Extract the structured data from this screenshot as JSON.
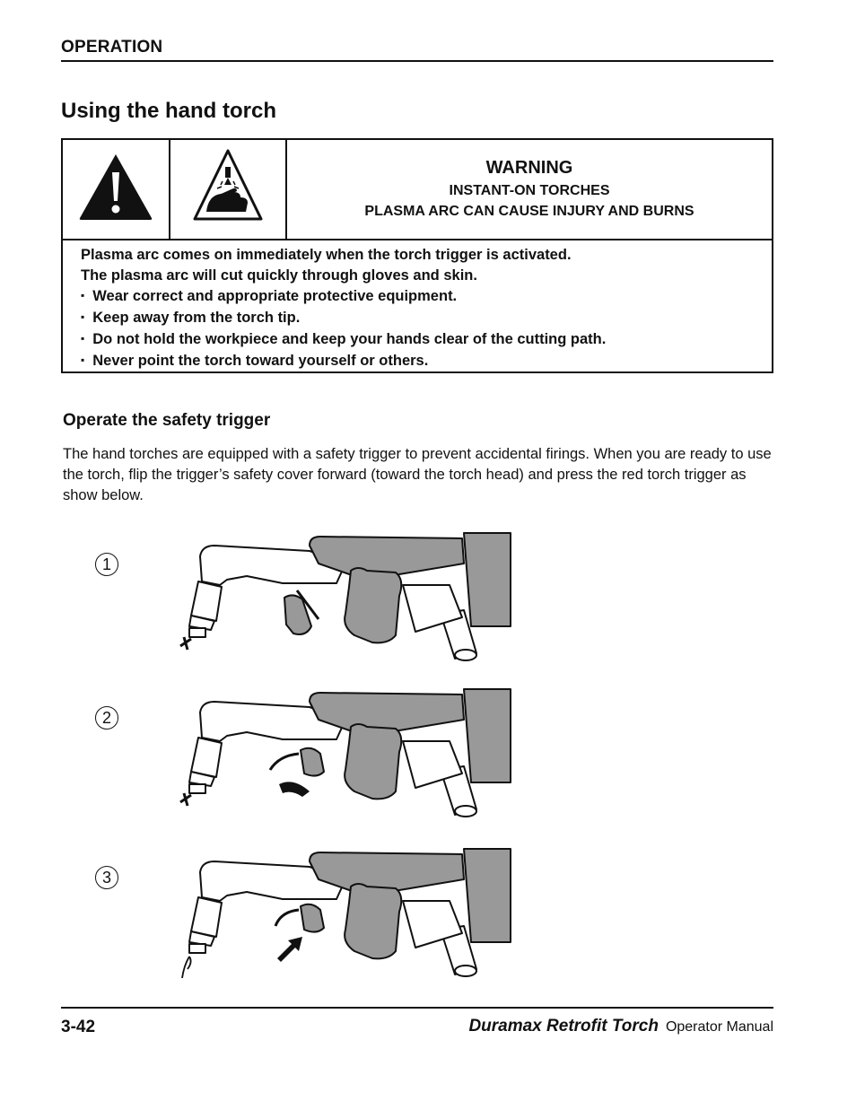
{
  "header": {
    "section": "OPERATION"
  },
  "page_title": "Using the hand torch",
  "warning": {
    "title": "WARNING",
    "subtitle_1": "INSTANT-ON TORCHES",
    "subtitle_2": "PLASMA ARC CAN CAUSE INJURY AND BURNS",
    "body_lines": [
      "Plasma arc comes on immediately when the torch trigger is activated.",
      "The plasma arc will cut quickly through gloves and skin."
    ],
    "bullets": [
      "Wear correct and appropriate protective equipment.",
      "Keep away from the torch tip.",
      "Do not hold the workpiece and keep your hands clear of the cutting path.",
      "Never point the torch toward yourself or others."
    ],
    "icons": [
      "warning-triangle-icon",
      "hand-injury-icon"
    ]
  },
  "subheading": "Operate the safety trigger",
  "paragraph": "The hand torches are equipped with a safety trigger to prevent accidental firings. When you are ready to use the torch, flip the trigger’s safety cover forward (toward the torch head) and press the red torch trigger as show below.",
  "steps": [
    {
      "number": "1"
    },
    {
      "number": "2"
    },
    {
      "number": "3"
    }
  ],
  "footer": {
    "page": "3-42",
    "product": "Duramax Retrofit Torch",
    "doc": "Operator Manual"
  }
}
